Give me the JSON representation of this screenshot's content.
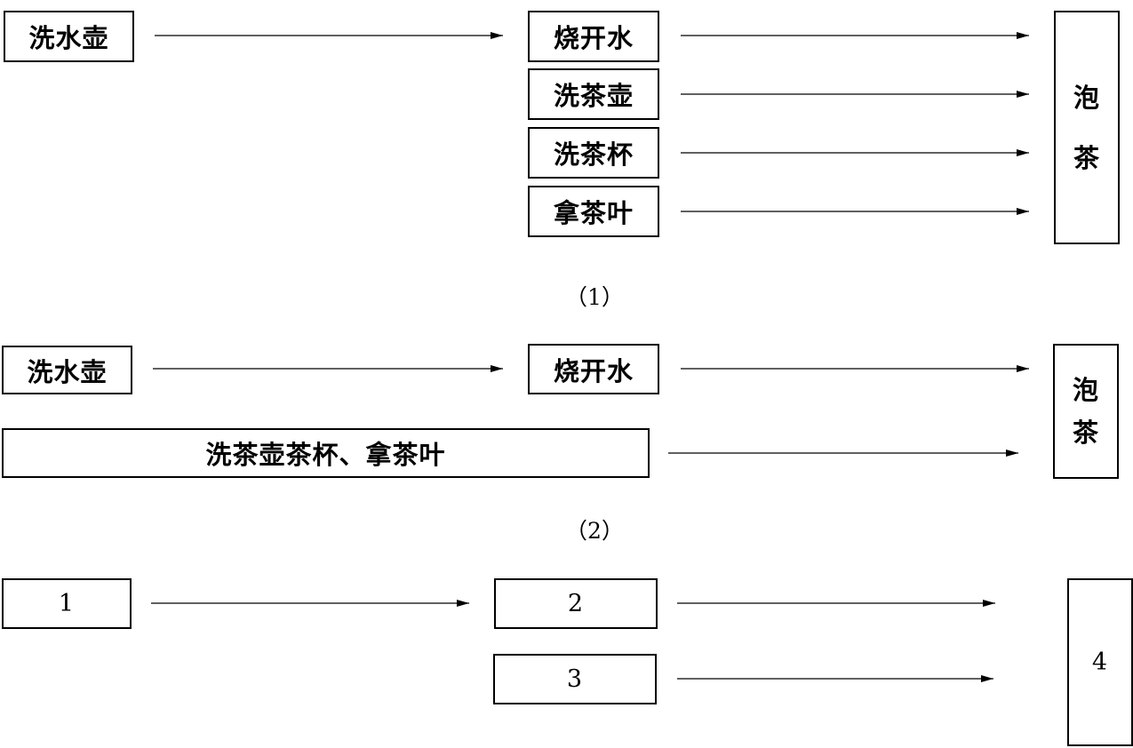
{
  "diagram1": {
    "wash_kettle": "洗水壶",
    "boil_water": "烧开水",
    "wash_teapot": "洗茶壶",
    "wash_cups": "洗茶杯",
    "get_tea": "拿茶叶",
    "make_tea_1": "泡",
    "make_tea_2": "茶",
    "caption": "（1）"
  },
  "diagram2": {
    "wash_kettle": "洗水壶",
    "boil_water": "烧开水",
    "combined": "洗茶壶茶杯、拿茶叶",
    "make_tea_1": "泡",
    "make_tea_2": "茶",
    "caption": "（2）"
  },
  "diagram3": {
    "step1": "1",
    "step2": "2",
    "step3": "3",
    "step4": "4"
  }
}
